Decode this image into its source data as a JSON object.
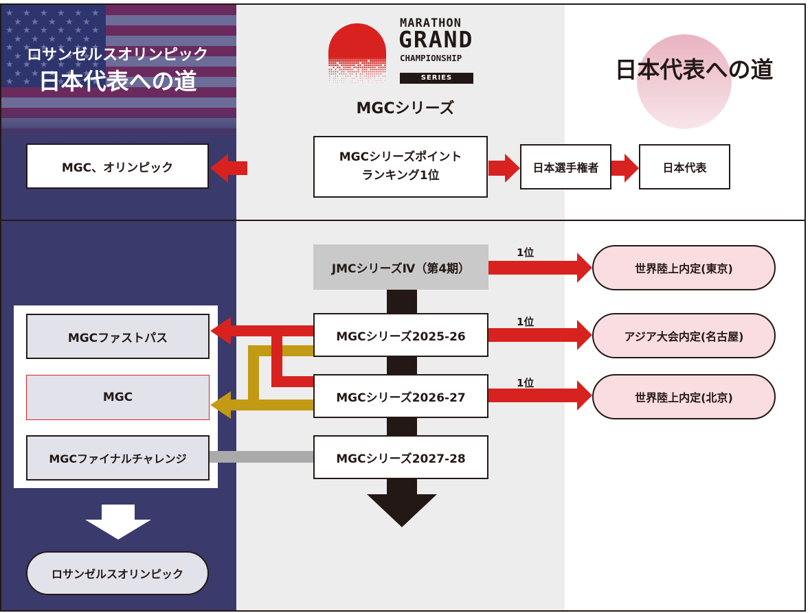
{
  "colors": {
    "navy": "#3b3a6c",
    "red_arrow": "#d8221f",
    "gold_arrow": "#c29a14",
    "gray_arrow": "#aaaaaa",
    "dark": "#231815",
    "pink": "#f9dde0",
    "light_panel": "#ededed"
  },
  "header": {
    "left_title_line1": "ロサンゼルスオリンピック",
    "left_title_line2": "日本代表への道",
    "logo": {
      "line1": "MARATHON",
      "line2": "GRAND",
      "line3": "CHAMPIONSHIP",
      "line4": "SERIES"
    },
    "center_label": "MGCシリーズ",
    "right_title": "日本代表への道"
  },
  "top_row": {
    "left_box": "MGC、オリンピック",
    "ranking_line1": "MGCシリーズポイント",
    "ranking_line2": "ランキング1位",
    "champion_box": "日本選手権者",
    "team_box": "日本代表"
  },
  "series": [
    {
      "label": "JMCシリーズⅣ（第4期）",
      "rank_label": "1位",
      "outcome": "世界陸上内定(東京)"
    },
    {
      "label": "MGCシリーズ2025-26",
      "rank_label": "1位",
      "outcome": "アジア大会内定(名古屋)"
    },
    {
      "label": "MGCシリーズ2026-27",
      "rank_label": "1位",
      "outcome": "世界陸上内定(北京)"
    },
    {
      "label": "MGCシリーズ2027-28"
    }
  ],
  "left_panel": {
    "items": [
      "MGCファストパス",
      "MGC",
      "MGCファイナルチャレンジ"
    ],
    "final": "ロサンゼルスオリンピック"
  }
}
